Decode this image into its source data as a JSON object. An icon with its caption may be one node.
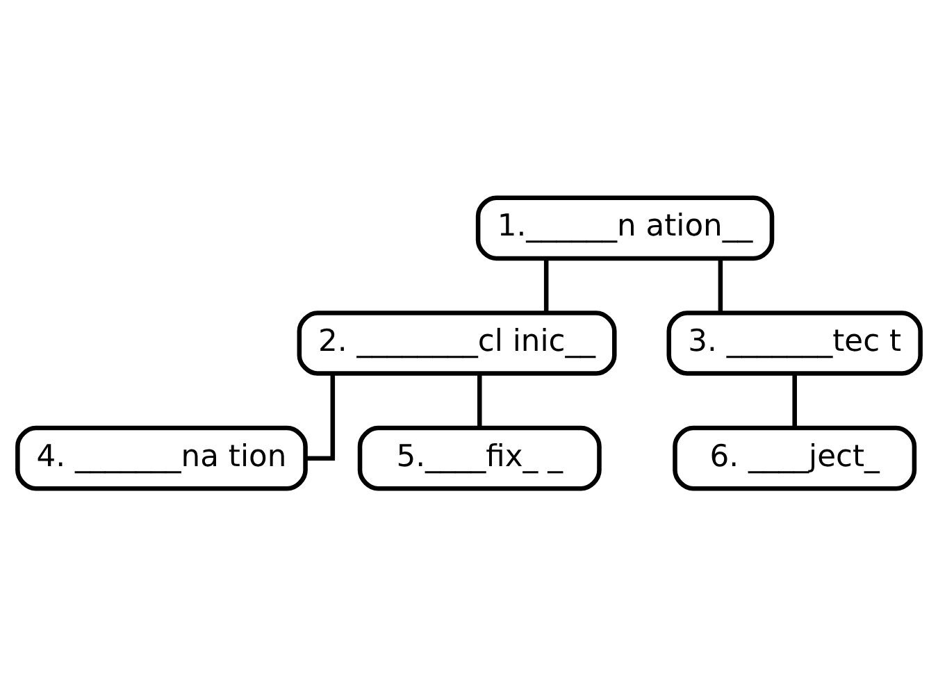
{
  "diagram": {
    "nodes": [
      {
        "text": [
          "1.______n ation__"
        ]
      },
      {
        "text": [
          "2. ________cl inic__"
        ]
      },
      {
        "text": [
          "3. _______tec t"
        ]
      },
      {
        "text": [
          "4. _______na tion"
        ]
      },
      {
        "text": [
          "5.____fix_ _"
        ]
      },
      {
        "text": [
          "6. ____ject_"
        ]
      }
    ],
    "edges": [
      {
        "from": 0,
        "to": 1,
        "arrow": "none"
      },
      {
        "from": 0,
        "to": 2,
        "arrow": "none"
      },
      {
        "from": 1,
        "to": 3,
        "arrow": "none"
      },
      {
        "from": 1,
        "to": 4,
        "arrow": "none"
      },
      {
        "from": 2,
        "to": 5,
        "arrow": "none"
      }
    ]
  }
}
